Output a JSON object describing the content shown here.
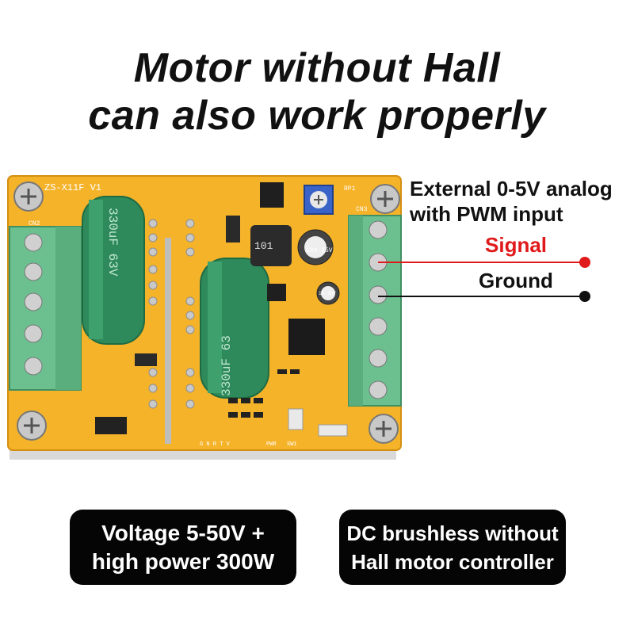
{
  "headline": {
    "line1": "Motor without Hall",
    "line2": "can also work properly"
  },
  "callouts": {
    "input_line1": "External 0-5V analog",
    "input_line2": "with PWM input",
    "signal": "Signal",
    "ground": "Ground",
    "signal_color": "#e01a1a",
    "ground_color": "#111111"
  },
  "board_labels": {
    "model": "ZS-X11F V1",
    "cap_a": "330uF 63V",
    "cap_b": "330uF 63",
    "inductor": "101",
    "small_cap_a": "100 35V",
    "small_cap_b": "10 25V",
    "silk_pins": "G N R T V",
    "pwr": "PWR",
    "sw": "SW1",
    "cn2": "CN2",
    "cn3": "CN3",
    "rp1": "RP1"
  },
  "badges": {
    "left_line1": "Voltage 5-50V +",
    "left_line2": "high power 300W",
    "right_line1": "DC brushless without",
    "right_line2": "Hall motor controller"
  },
  "colors": {
    "pcb": "#f5b32a",
    "terminal": "#6cc08f",
    "capacitor": "#2e8a5a",
    "badge": "#050505"
  }
}
